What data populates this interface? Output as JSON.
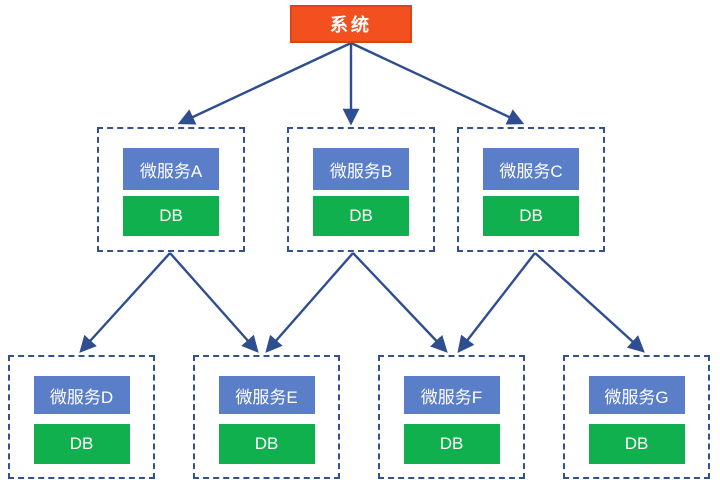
{
  "diagram": {
    "type": "architecture-tree",
    "system": {
      "label": "系统"
    },
    "middle_services": [
      {
        "name": "微服务A",
        "db": "DB"
      },
      {
        "name": "微服务B",
        "db": "DB"
      },
      {
        "name": "微服务C",
        "db": "DB"
      }
    ],
    "bottom_services": [
      {
        "name": "微服务D",
        "db": "DB"
      },
      {
        "name": "微服务E",
        "db": "DB"
      },
      {
        "name": "微服务F",
        "db": "DB"
      },
      {
        "name": "微服务G",
        "db": "DB"
      }
    ],
    "edges": [
      {
        "from": "系统",
        "to": "微服务A"
      },
      {
        "from": "系统",
        "to": "微服务B"
      },
      {
        "from": "系统",
        "to": "微服务C"
      },
      {
        "from": "微服务A",
        "to": "微服务D"
      },
      {
        "from": "微服务A",
        "to": "微服务E"
      },
      {
        "from": "微服务B",
        "to": "微服务E"
      },
      {
        "from": "微服务B",
        "to": "微服务F"
      },
      {
        "from": "微服务C",
        "to": "微服务F"
      },
      {
        "from": "微服务C",
        "to": "微服务G"
      }
    ],
    "colors": {
      "system_fill": "#F2501E",
      "system_border": "#DD4315",
      "service_fill": "#5B7EC9",
      "db_fill": "#10B04F",
      "line": "#2E4E8F",
      "dash": "#33508F",
      "label_text": "#FFFFFF",
      "background": "#FFFFFF"
    }
  }
}
